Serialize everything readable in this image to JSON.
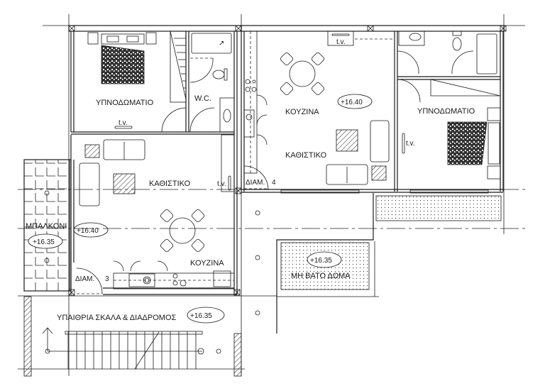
{
  "plan": {
    "rooms": [
      {
        "id": "bedroom-left",
        "label": "ΥΠΝΟΔΩΜΑΤΙΟ"
      },
      {
        "id": "wc",
        "label": "W.C."
      },
      {
        "id": "living-left",
        "label": "ΚΑΘΙΣΤΙΚΟ"
      },
      {
        "id": "kitchen-left",
        "label": "ΚΟΥΖΙΝΑ"
      },
      {
        "id": "balcony",
        "label": "ΜΠΑΛΚΟΝΙ"
      },
      {
        "id": "kitchen-right",
        "label": "ΚΟΥΖΙΝΑ"
      },
      {
        "id": "living-right",
        "label": "ΚΑΘΙΣΤΙΚΟ"
      },
      {
        "id": "bedroom-right",
        "label": "ΥΠΝΟΔΩΜΑΤΙΟ"
      },
      {
        "id": "roof",
        "label": "ΜΗ ΒΑΤΟ ΔΩΜΑ"
      },
      {
        "id": "stair-corridor",
        "label": "ΥΠΑΙΘΡΙΑ ΣΚΑΛΑ & ΔΙΑΔΡΟΜΟΣ"
      }
    ],
    "apartments": [
      {
        "label": "ΔΙΑΜ.",
        "number": "3"
      },
      {
        "label": "ΔΙΑΜ.",
        "number": "4"
      }
    ],
    "levels": {
      "apt3_floor": "+16.40",
      "apt4_floor": "+16.40",
      "balcony": "+16.35",
      "roof": "+16.35",
      "corridor": "+16.35"
    },
    "tv_label": "t.v."
  }
}
